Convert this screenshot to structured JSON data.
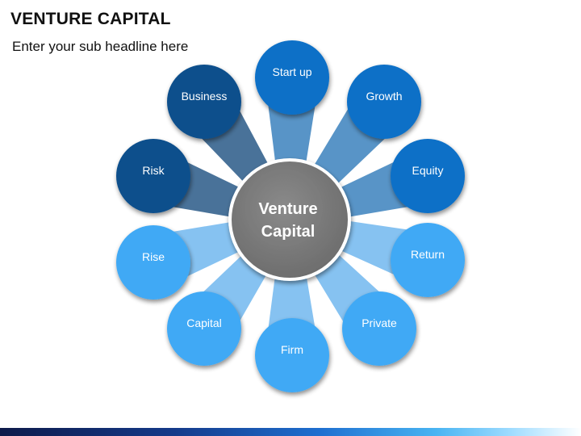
{
  "header": {
    "title": "VENTURE CAPITAL",
    "subtitle": "Enter your sub headline here"
  },
  "diagram": {
    "center_label_line1": "Venture",
    "center_label_line2": "Capital",
    "center_color": "#7f7f7f",
    "petals": [
      {
        "label": "Start up",
        "color": "#0a6fc7",
        "beam": "#4f8ec4"
      },
      {
        "label": "Growth",
        "color": "#0a6fc7",
        "beam": "#4f8ec4"
      },
      {
        "label": "Equity",
        "color": "#0a6fc7",
        "beam": "#4f8ec4"
      },
      {
        "label": "Return",
        "color": "#3fa9f5",
        "beam": "#7fbff0"
      },
      {
        "label": "Private",
        "color": "#3fa9f5",
        "beam": "#7fbff0"
      },
      {
        "label": "Firm",
        "color": "#3fa9f5",
        "beam": "#7fbff0"
      },
      {
        "label": "Capital",
        "color": "#3fa9f5",
        "beam": "#7fbff0"
      },
      {
        "label": "Rise",
        "color": "#3fa9f5",
        "beam": "#7fbff0"
      },
      {
        "label": "Risk",
        "color": "#0b4f8c",
        "beam": "#3f6a93"
      },
      {
        "label": "Business",
        "color": "#0b4f8c",
        "beam": "#3f6a93"
      }
    ]
  }
}
